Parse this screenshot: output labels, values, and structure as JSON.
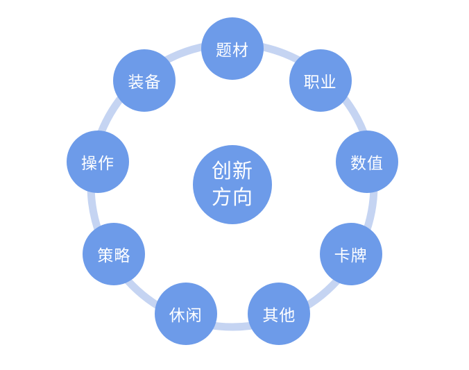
{
  "diagram": {
    "type": "radial-hub",
    "center": {
      "label": "创新方向",
      "lines": [
        "创新",
        "方向"
      ]
    },
    "nodes": [
      {
        "label": "题材"
      },
      {
        "label": "职业"
      },
      {
        "label": "数值"
      },
      {
        "label": "卡牌"
      },
      {
        "label": "其他"
      },
      {
        "label": "休闲"
      },
      {
        "label": "策略"
      },
      {
        "label": "操作"
      },
      {
        "label": "装备"
      }
    ]
  },
  "colors": {
    "node_fill": "#6D9BE9",
    "ring": "#C5D4F2",
    "label_text": "#FFFFFF",
    "background": "#FFFFFF"
  },
  "layout_hints": {
    "nodes_evenly_spaced_degrees": 40,
    "first_node_position": "top"
  }
}
